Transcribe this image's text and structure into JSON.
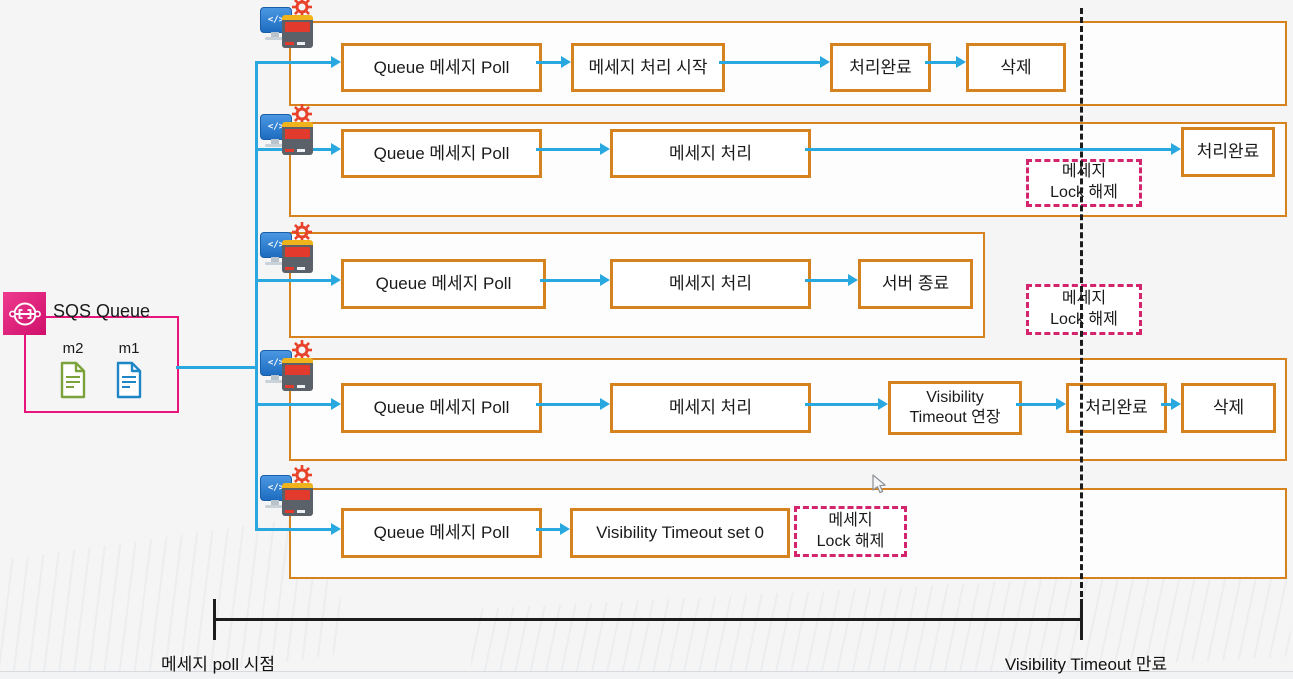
{
  "sqs": {
    "title": "SQS Queue",
    "messages": [
      {
        "label": "m2",
        "color": "#7ca23b"
      },
      {
        "label": "m1",
        "color": "#1f86c5"
      }
    ]
  },
  "lanes": [
    {
      "name": "consumer-normal-delete",
      "steps": [
        {
          "label": "Queue 메세지 Poll"
        },
        {
          "label": "메세지 처리 시작"
        },
        {
          "label": "처리완료"
        },
        {
          "label": "삭제"
        }
      ]
    },
    {
      "name": "consumer-slow-processing",
      "steps": [
        {
          "label": "Queue 메세지 Poll"
        },
        {
          "label": "메세지 처리"
        },
        {
          "label": "처리완료"
        }
      ],
      "lock": "메세지\nLock 해제"
    },
    {
      "name": "consumer-server-stop",
      "steps": [
        {
          "label": "Queue 메세지 Poll"
        },
        {
          "label": "메세지 처리"
        },
        {
          "label": "서버 종료"
        }
      ],
      "lock": "메세지\nLock 해제"
    },
    {
      "name": "consumer-timeout-extend",
      "steps": [
        {
          "label": "Queue 메세지 Poll"
        },
        {
          "label": "메세지 처리"
        },
        {
          "label": "Visibility\nTimeout 연장"
        },
        {
          "label": "처리완료"
        },
        {
          "label": "삭제"
        }
      ]
    },
    {
      "name": "consumer-timeout-set0",
      "steps": [
        {
          "label": "Queue 메세지 Poll"
        },
        {
          "label": "Visibility Timeout set 0"
        }
      ],
      "lock": "메세지\nLock 해제"
    }
  ],
  "timeline": {
    "start_label": "메세지 poll 시점",
    "end_label": "Visibility Timeout 만료"
  },
  "colors": {
    "box_border": "#d6821f",
    "arrow_blue": "#29a8e0",
    "lock_dashed": "#d4246e",
    "sqs_pink": "#e7157b",
    "line_black": "#1c1c1c"
  },
  "icons": {
    "sqs": "sqs-queue-icon",
    "lane_head": "app-server-icon",
    "gear": "gear-icon",
    "message_doc": "document-icon"
  }
}
